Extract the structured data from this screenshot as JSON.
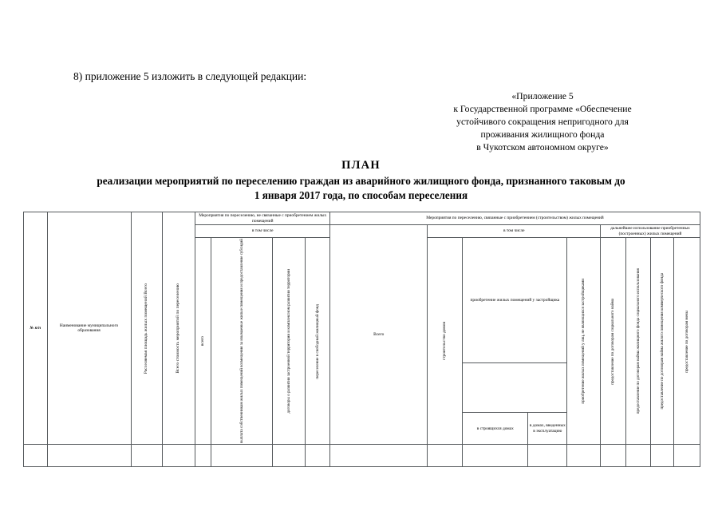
{
  "document": {
    "intro_line": "8) приложение 5 изложить в следующей редакции:",
    "appendix_ref": {
      "line1": "«Приложение 5",
      "line2": "к Государственной программе «Обеспечение",
      "line3": "устойчивого сокращения непригодного для",
      "line4": "проживания жилищного фонда",
      "line5": "в Чукотском автономном округе»"
    },
    "title": {
      "heading": "ПЛАН",
      "subtitle_line1": "реализации мероприятий по переселению граждан из аварийного жилищного фонда, признанного таковым до",
      "subtitle_line2": "1 января 2017 года, по способам переселения"
    }
  },
  "table": {
    "col_num": "№ п/п",
    "col_municipality": "Наименование муниципального образования",
    "col_area_total": "Расселяемая площадь жилых помещений Всего",
    "col_cost_total": "Всего стоимость мероприятий по переселению",
    "group_no_purchase": "Мероприятия по переселению, не связанные с приобретением жилых помещений",
    "group_with_purchase": "Мероприятия по переселению, связанные с приобретением (строительством) жилых помещений",
    "subheader_among_which_left": "в том числе",
    "subheader_among_which_right": "в том числе",
    "group_further_use": "дальнейшее использование приобретенных (построенных) жилых помещений",
    "col_left_total": "всего",
    "col_compensation": "выплата собственникам жилых помещений возмещения за изымаемые жилые помещения и предоставление субсидий",
    "col_development_contracts": "договоры о развитии застроенной территории и комплексном развитии территории",
    "col_free_fund": "переселение в свободный жилищный фонд",
    "col_right_total": "Всего",
    "col_construction": "строительство домов",
    "col_purchase_from_developer": "приобретение жилых помещений у застройщика",
    "col_in_buildings_under_construction": "в строящихся домах",
    "col_in_commissioned_buildings": "в домах, введенных в эксплуатацию",
    "col_purchase_from_non_developer": "приобретение жилых помещений у лиц, не являющихся застройщиками",
    "col_social_rent": "предоставление по договорам социального найма",
    "col_social_use_fund_rent": "предоставление по договорам найма жилищного фонда социального использования",
    "col_commercial_fund_rent": "предоставление по договорам найма жилого помещения коммерческого фонда",
    "col_exchange_contracts": "предоставление по договорам мены"
  }
}
